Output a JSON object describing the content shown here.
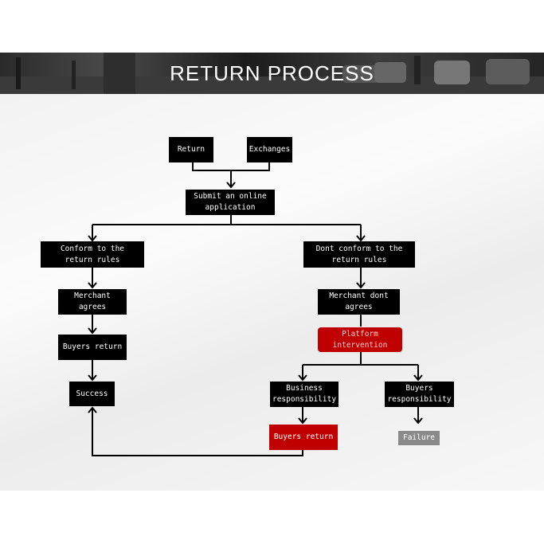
{
  "header": {
    "title": "RETURN PROCESS"
  },
  "nodes": {
    "return": "Return",
    "exchanges": "Exchanges",
    "submit_line1": "Submit an online",
    "submit_line2": "application",
    "conform_line1": "Conform to the",
    "conform_line2": "return rules",
    "dont_conform_line1": "Dont conform to the",
    "dont_conform_line2": "return rules",
    "merchant_agrees": "Merchant agrees",
    "merchant_dont_agree": "Merchant dont agrees",
    "platform_line1": "Platform",
    "platform_line2": "intervention",
    "buyers_return_left": "Buyers return",
    "business_line1": "Business",
    "business_line2": "responsibility",
    "buyers_resp_line1": "Buyers",
    "buyers_resp_line2": "responsibility",
    "success": "Success",
    "buyers_return_red": "Buyers return",
    "failure": "Failure"
  },
  "colors": {
    "node_fill": "#000000",
    "highlight_fill": "#c00000",
    "failure_fill": "#8a8a8a",
    "connector": "#000000"
  }
}
